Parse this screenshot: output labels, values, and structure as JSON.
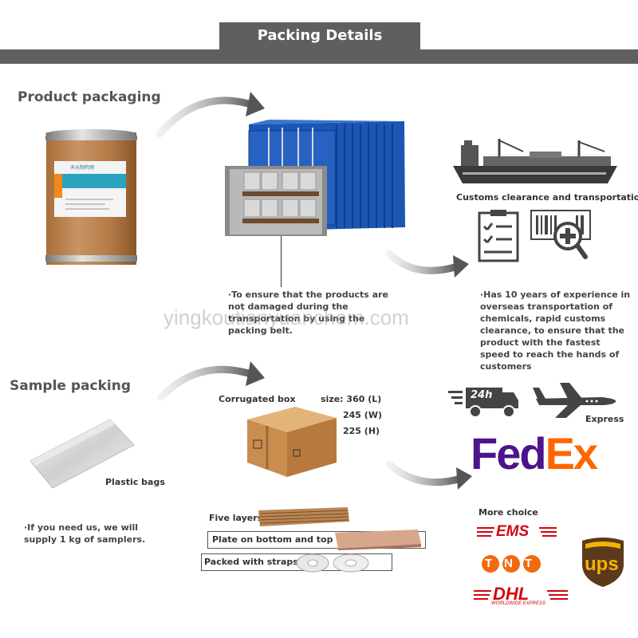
{
  "header": {
    "title": "Packing Details"
  },
  "product": {
    "title": "Product packaging",
    "drum_label": "天元制药网",
    "note": "·To ensure that the products are not damaged during the transportation by using the packing belt."
  },
  "customs": {
    "title": "Customs clearance and transportation",
    "note": "·Has 10 years of experience in overseas transportation of chemicals, rapid customs clearance, to ensure that the product with the fastest speed to reach the hands of customers"
  },
  "sample": {
    "title": "Sample packing",
    "plastic_label": "Plastic bags",
    "note": "·If you need us, we will supply 1 kg of samplers.",
    "box_label": "Corrugated box",
    "size_label": "size: 360 (L)",
    "size_w": "245 (W)",
    "size_h": "225 (H)",
    "layers_label": "Five layers",
    "plate_label": "Plate on bottom and top",
    "straps_label": "Packed with straps"
  },
  "shipping": {
    "truck_text": "24h",
    "express_label": "Express",
    "fedex_fed": "Fed",
    "fedex_ex": "Ex",
    "more_choice": "More choice",
    "ems": "EMS",
    "tnt": "TNT",
    "dhl": "DHL",
    "dhl_sub": "WORLDWIDE EXPRESS",
    "ups": "ups"
  },
  "watermark": "yingkoutianyuanchem.com",
  "colors": {
    "header": "#5f5f5f",
    "container": "#1b56b3",
    "fedex_purple": "#4d148c",
    "fedex_orange": "#ff6600",
    "dhl_red": "#d40511",
    "ups_brown": "#5a3a1a",
    "ups_gold": "#f5b300"
  }
}
